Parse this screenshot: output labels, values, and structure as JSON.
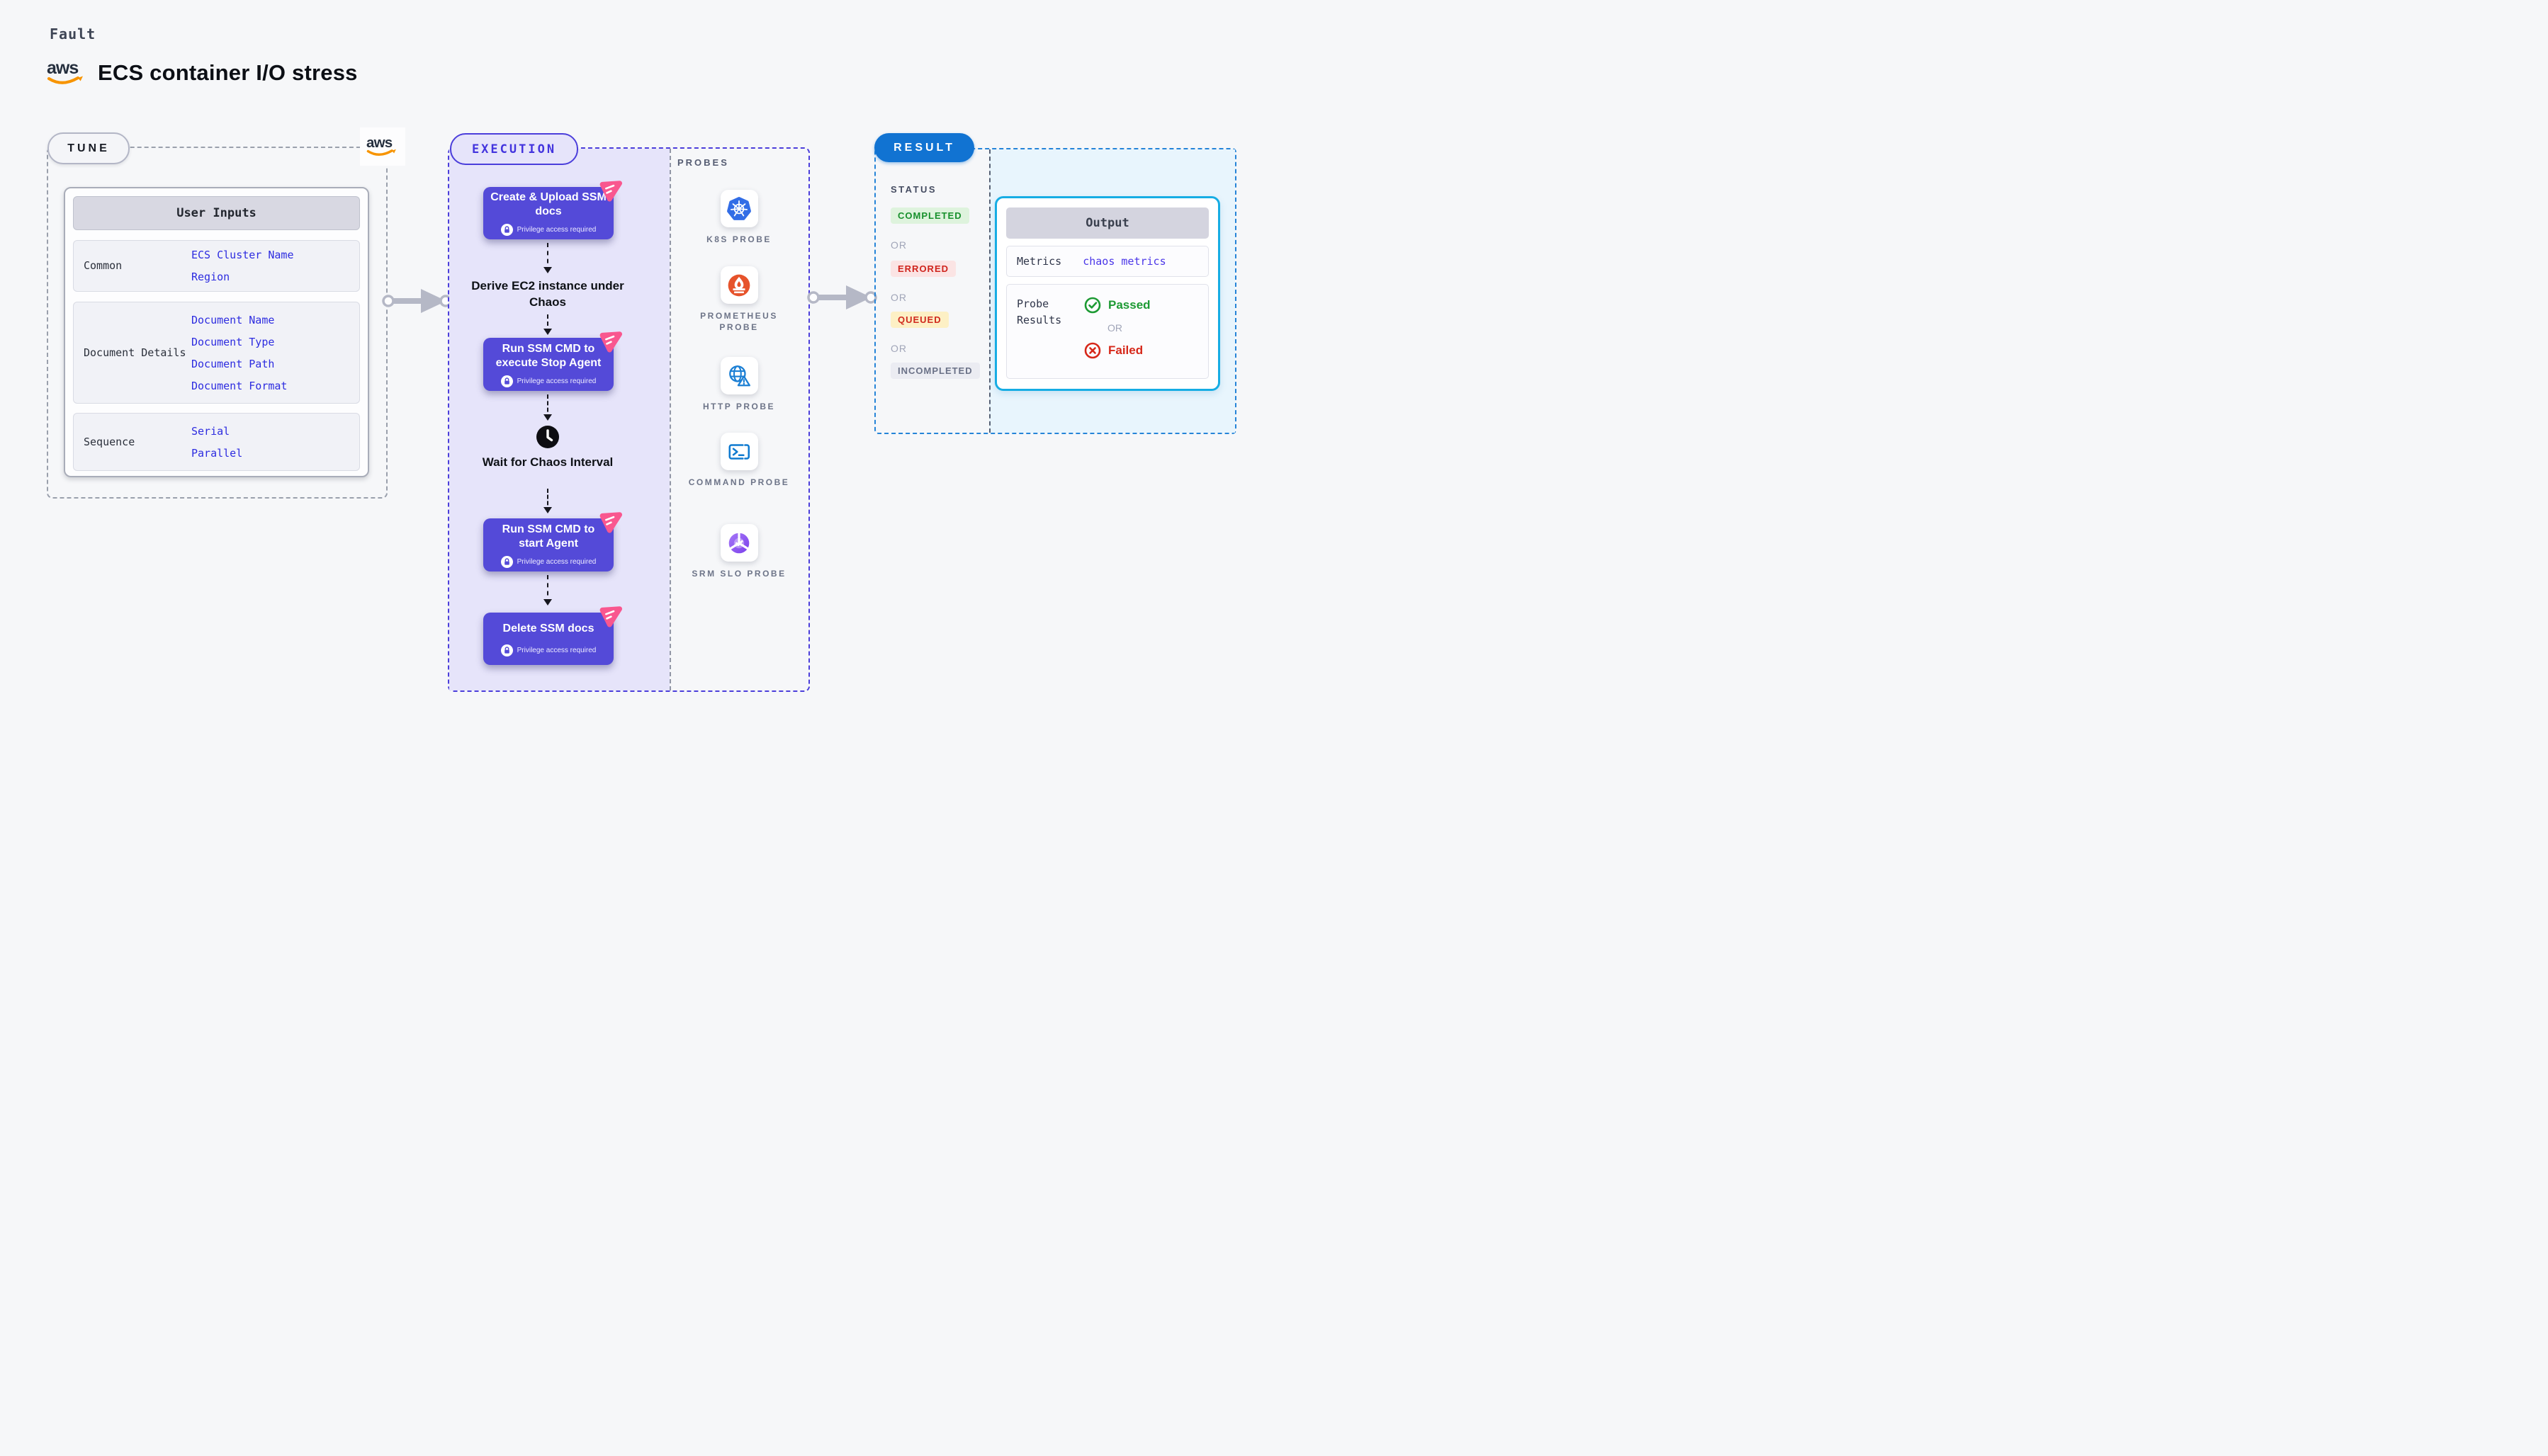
{
  "header": {
    "category": "Fault",
    "title": "ECS container I/O stress",
    "brand": "aws"
  },
  "tune": {
    "pill": "TUNE",
    "table": {
      "header": "User Inputs",
      "rows": [
        {
          "label": "Common",
          "links": [
            "ECS Cluster Name",
            "Region"
          ]
        },
        {
          "label": "Document Details",
          "links": [
            "Document Name",
            "Document Type",
            "Document Path",
            "Document Format"
          ]
        },
        {
          "label": "Sequence",
          "links": [
            "Serial",
            "Parallel"
          ]
        }
      ]
    }
  },
  "execution": {
    "pill": "EXECUTION",
    "probes_label": "PROBES",
    "steps": {
      "create": {
        "title": "Create & Upload SSM docs",
        "note": "Privilege access required"
      },
      "derive": "Derive EC2 instance under Chaos",
      "stop": {
        "title": "Run SSM CMD to execute Stop Agent",
        "note": "Privilege access required"
      },
      "wait": "Wait for Chaos Interval",
      "start": {
        "title": "Run SSM CMD to start Agent",
        "note": "Privilege access required"
      },
      "delete": {
        "title": "Delete SSM docs",
        "note": "Privilege access required"
      }
    },
    "probes": [
      {
        "name": "K8S PROBE"
      },
      {
        "name": "PROMETHEUS PROBE"
      },
      {
        "name": "HTTP PROBE"
      },
      {
        "name": "COMMAND PROBE"
      },
      {
        "name": "SRM SLO PROBE"
      }
    ]
  },
  "result": {
    "pill": "RESULT",
    "status_label": "STATUS",
    "or": "OR",
    "badges": [
      {
        "text": "COMPLETED"
      },
      {
        "text": "ERRORED"
      },
      {
        "text": "QUEUED"
      },
      {
        "text": "INCOMPLETED"
      }
    ],
    "output": {
      "header": "Output",
      "metrics_label": "Metrics",
      "metrics_value": "chaos metrics",
      "probe_results_label": "Probe Results",
      "passed": "Passed",
      "failed": "Failed"
    }
  },
  "colors": {
    "accent_indigo": "#544ad8",
    "link_blue": "#2d2ce0",
    "result_blue": "#1173d2",
    "cyan_border": "#16ade4",
    "green": "#1d9a33",
    "red": "#d6281a",
    "pink": "#f9578f",
    "lavender": "#e6e4fa",
    "light_blue": "#e8f5fd"
  }
}
